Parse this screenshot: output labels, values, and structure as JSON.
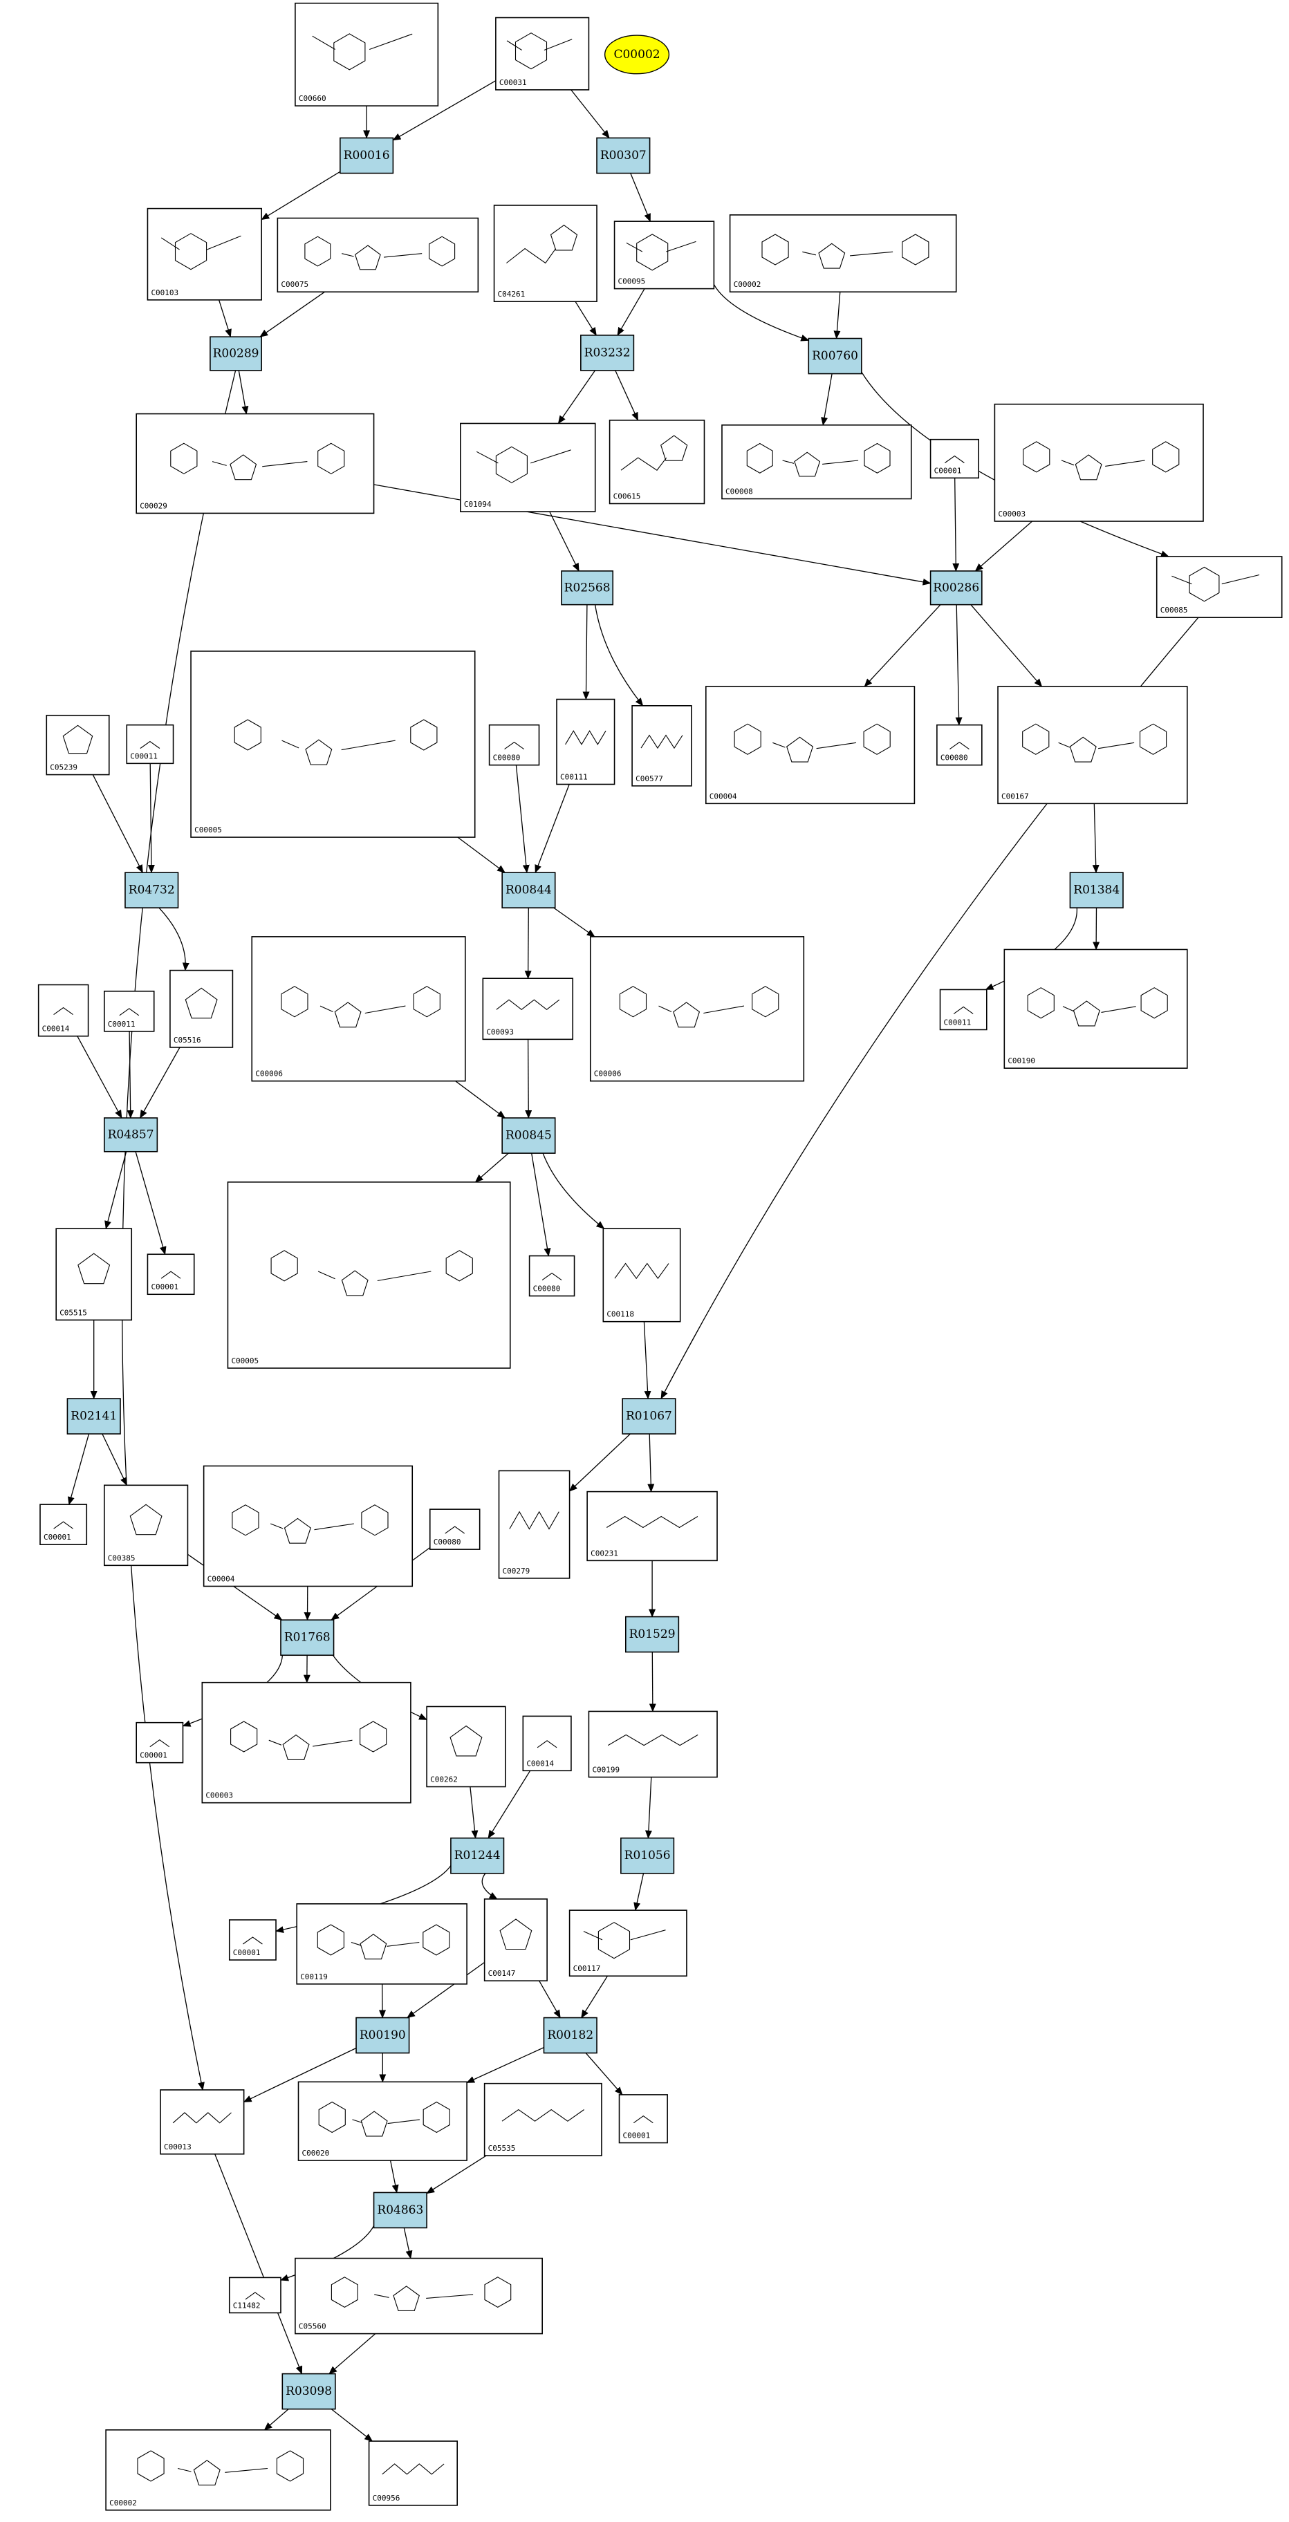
{
  "compounds": [
    {
      "id": "C00660"
    },
    {
      "id": "C00031"
    },
    {
      "id": "C00103"
    },
    {
      "id": "C00075"
    },
    {
      "id": "C04261"
    },
    {
      "id": "C00095"
    },
    {
      "id": "C00002"
    },
    {
      "id": "C00029"
    },
    {
      "id": "C01094"
    },
    {
      "id": "C00615"
    },
    {
      "id": "C00008"
    },
    {
      "id": "C00001"
    },
    {
      "id": "C00003"
    },
    {
      "id": "C00085"
    },
    {
      "id": "C05239"
    },
    {
      "id": "C00011"
    },
    {
      "id": "C00005"
    },
    {
      "id": "C00080"
    },
    {
      "id": "C00111"
    },
    {
      "id": "C00577"
    },
    {
      "id": "C00004"
    },
    {
      "id": "C00080"
    },
    {
      "id": "C00167"
    },
    {
      "id": "C00014"
    },
    {
      "id": "C00011"
    },
    {
      "id": "C05516"
    },
    {
      "id": "C00006"
    },
    {
      "id": "C00093"
    },
    {
      "id": "C00006"
    },
    {
      "id": "C00011"
    },
    {
      "id": "C00190"
    },
    {
      "id": "C05515"
    },
    {
      "id": "C00001"
    },
    {
      "id": "C00005"
    },
    {
      "id": "C00080"
    },
    {
      "id": "C00118"
    },
    {
      "id": "C00001"
    },
    {
      "id": "C00385"
    },
    {
      "id": "C00004"
    },
    {
      "id": "C00080"
    },
    {
      "id": "C00279"
    },
    {
      "id": "C00231"
    },
    {
      "id": "C00001"
    },
    {
      "id": "C00003"
    },
    {
      "id": "C00262"
    },
    {
      "id": "C00014"
    },
    {
      "id": "C00199"
    },
    {
      "id": "C00001"
    },
    {
      "id": "C00119"
    },
    {
      "id": "C00147"
    },
    {
      "id": "C00117"
    },
    {
      "id": "C00013"
    },
    {
      "id": "C00020"
    },
    {
      "id": "C05535"
    },
    {
      "id": "C00001"
    },
    {
      "id": "C11482"
    },
    {
      "id": "C05560"
    },
    {
      "id": "C00002"
    },
    {
      "id": "C00956"
    }
  ],
  "reactions": [
    {
      "id": "R00016"
    },
    {
      "id": "R00307"
    },
    {
      "id": "R00289"
    },
    {
      "id": "R03232"
    },
    {
      "id": "R00760"
    },
    {
      "id": "R02568"
    },
    {
      "id": "R00286"
    },
    {
      "id": "R04732"
    },
    {
      "id": "R00844"
    },
    {
      "id": "R01384"
    },
    {
      "id": "R04857"
    },
    {
      "id": "R00845"
    },
    {
      "id": "R02141"
    },
    {
      "id": "R01067"
    },
    {
      "id": "R01768"
    },
    {
      "id": "R01529"
    },
    {
      "id": "R01244"
    },
    {
      "id": "R01056"
    },
    {
      "id": "R00190"
    },
    {
      "id": "R00182"
    },
    {
      "id": "R04863"
    },
    {
      "id": "R03098"
    }
  ],
  "highlight": {
    "id": "C00002",
    "color": "#ffff00"
  },
  "colors": {
    "reaction_fill": "#add8e6",
    "stroke": "#000000",
    "background": "#ffffff"
  }
}
